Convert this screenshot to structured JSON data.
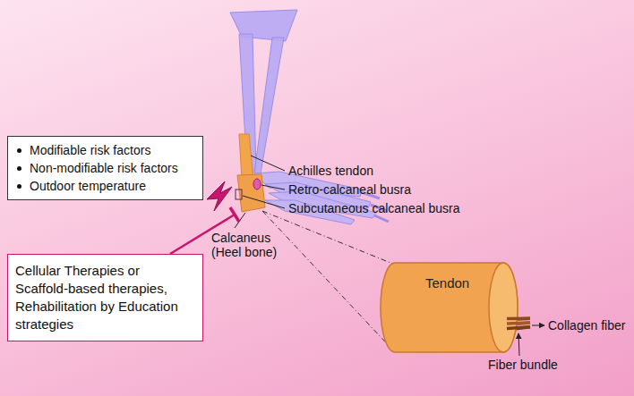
{
  "diagram": {
    "nodes": [
      {
        "text": [
          "Modifiable risk factors",
          "Non-modifiable risk factors",
          "Outdoor temperature"
        ]
      },
      {
        "text": [
          "Cellular Therapies or Scaffold-based therapies, Rehabilitation by Education strategies"
        ]
      },
      {
        "text": [
          "Tendon"
        ]
      }
    ],
    "labels": [
      "Achilles tendon",
      "Retro-calcaneal busra",
      "Subcutaneous calcaneal busra",
      "Calcaneus (Heel bone)",
      "Collagen fiber",
      "Fiber bundle"
    ]
  }
}
